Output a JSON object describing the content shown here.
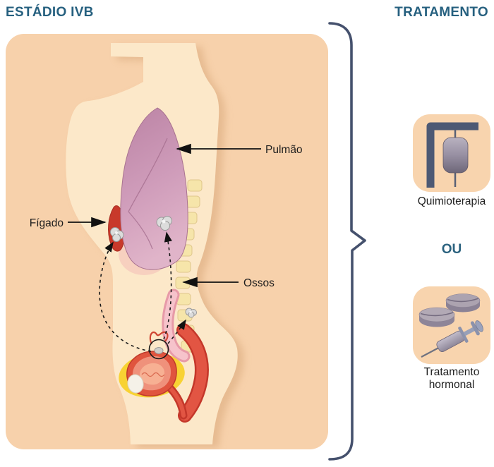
{
  "header": {
    "stage_title": "ESTÁDIO IVB",
    "treatment_title": "TRATAMENTO"
  },
  "anatomy": {
    "labels": {
      "lung": "Pulmão",
      "liver": "Fígado",
      "bones": "Ossos"
    }
  },
  "treatment": {
    "or_label": "OU",
    "options": [
      {
        "label": "Quimioterapia",
        "icon": "iv-drip-icon"
      },
      {
        "label": "Tratamento hormonal",
        "icon": "pills-and-syringe-icon"
      }
    ]
  },
  "colors": {
    "title_text": "#26607f",
    "panel_background": "#f7d1ab",
    "card_background": "#f8d4ae",
    "brace": "#45516d",
    "skin": "#fce8c9",
    "lung": "#c48fae",
    "liver": "#c8392b",
    "bone": "#f6e5aa",
    "fat_yellow": "#f8d233",
    "label_text": "#1c1c1c"
  }
}
